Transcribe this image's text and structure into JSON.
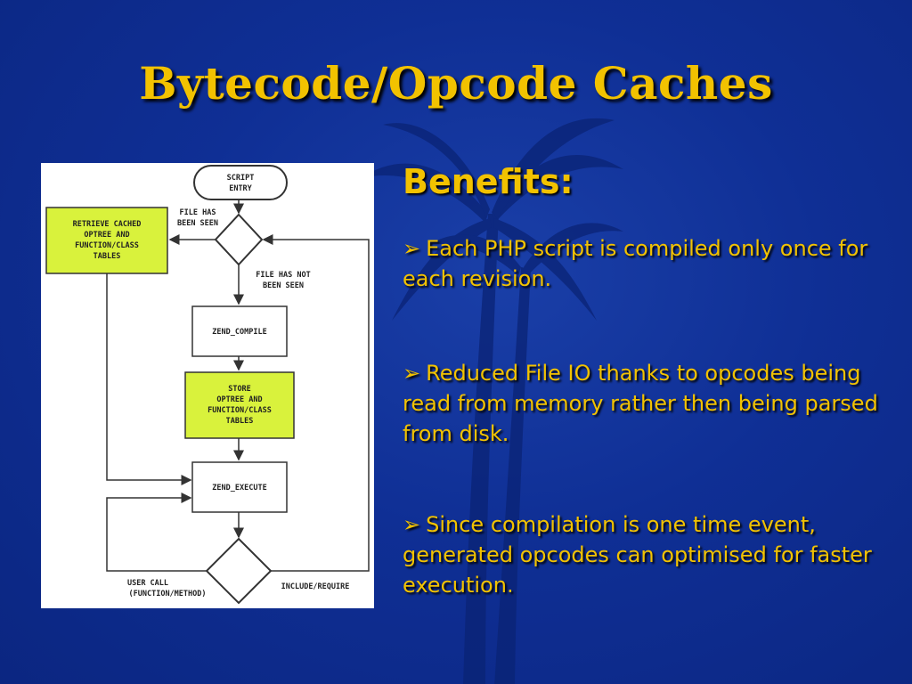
{
  "slide": {
    "title": "Bytecode/Opcode Caches",
    "heading": "Benefits:",
    "bullets": [
      {
        "icon": "arrow-bullet-icon",
        "text": "Each PHP script is compiled only once for each revision."
      },
      {
        "icon": "arrow-bullet-icon",
        "text": "Reduced File IO thanks to opcodes being read from memory rather then being parsed from disk."
      },
      {
        "icon": "arrow-bullet-icon",
        "text": "Since compilation is one time event, generated opcodes can optimised for faster execution."
      }
    ],
    "colors": {
      "background": "#0e2c8a",
      "title": "#f2c200",
      "text": "#f2c200",
      "highlight_box": "#d9f23c"
    }
  },
  "diagram": {
    "script_entry_line1": "SCRIPT",
    "script_entry_line2": "ENTRY",
    "file_seen_line1": "FILE HAS",
    "file_seen_line2": "BEEN SEEN",
    "file_not_seen_line1": "FILE HAS NOT",
    "file_not_seen_line2": "BEEN SEEN",
    "retrieve_line1": "RETRIEVE CACHED",
    "retrieve_line2": "OPTREE AND",
    "retrieve_line3": "FUNCTION/CLASS",
    "retrieve_line4": "TABLES",
    "zend_compile": "ZEND_COMPILE",
    "store_line1": "STORE",
    "store_line2": "OPTREE AND",
    "store_line3": "FUNCTION/CLASS",
    "store_line4": "TABLES",
    "zend_execute": "ZEND_EXECUTE",
    "user_call_line1": "USER CALL",
    "user_call_line2": "(FUNCTION/METHOD)",
    "include_require": "INCLUDE/REQUIRE"
  }
}
